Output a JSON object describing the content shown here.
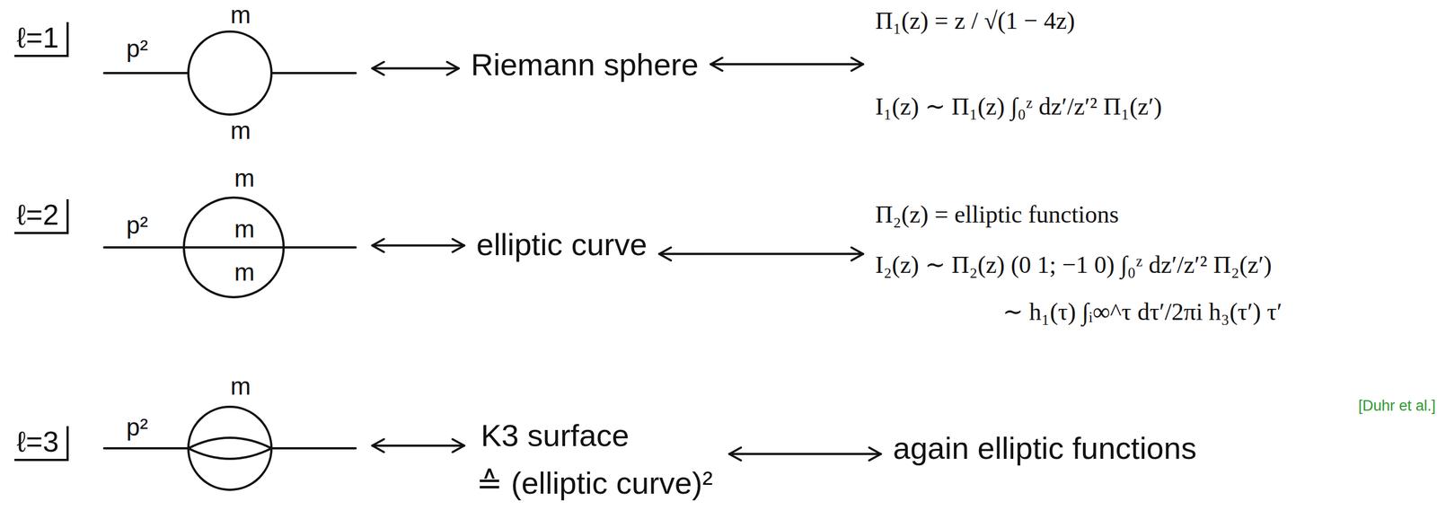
{
  "diagram": {
    "nodes": [
      {
        "text": [
          "p²",
          "m",
          "m"
        ]
      },
      {
        "text": [
          "Riemann sphere"
        ]
      },
      {
        "text": [
          "Π₁(z) = z / √(1 − 4z)",
          "I₁(z) ∼ Π₁(z) ∫₀ᶻ dz′/z′² Π₁(z′)"
        ]
      },
      {
        "text": [
          "p²",
          "m",
          "m",
          "m"
        ]
      },
      {
        "text": [
          "elliptic curve"
        ]
      },
      {
        "text": [
          "Π₂(z) = elliptic functions",
          "I₂(z) ∼ Π₂(z) (0 1; −1 0) ∫₀ᶻ dz′/z′² Π₂(z′)",
          "∼ h₁(τ) ∫ᵢ∞^τ dτ′/2πi h₃(τ′) τ′"
        ]
      },
      {
        "text": [
          "p²",
          "m"
        ]
      },
      {
        "text": [
          "K3 surface",
          "≙ (elliptic curve)²"
        ]
      },
      {
        "text": [
          "again elliptic functions"
        ]
      }
    ],
    "edges": [
      {
        "from": 0,
        "to": 1,
        "arrow": "both"
      },
      {
        "from": 1,
        "to": 2,
        "arrow": "both"
      },
      {
        "from": 3,
        "to": 4,
        "arrow": "both"
      },
      {
        "from": 4,
        "to": 5,
        "arrow": "both"
      },
      {
        "from": 6,
        "to": 7,
        "arrow": "both"
      },
      {
        "from": 7,
        "to": 8,
        "arrow": "both"
      }
    ],
    "labels": [
      "ℓ=1",
      "ℓ=2",
      "ℓ=3",
      "[Duhr et al.]"
    ]
  }
}
